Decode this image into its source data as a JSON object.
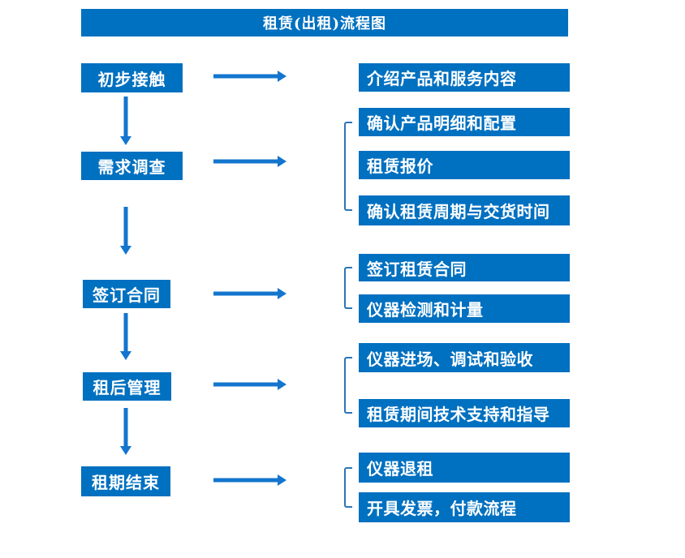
{
  "title": "租赁(出租)流程图",
  "colors": {
    "box_fill": "#0070C0",
    "arrow": "#1375CE",
    "bracket": "#2E75B6",
    "text": "#FFFFFF",
    "background": "#FFFFFF"
  },
  "flow": {
    "stages": [
      {
        "label": "初步接触",
        "details": [
          "介绍产品和服务内容"
        ]
      },
      {
        "label": "需求调查",
        "details": [
          "确认产品明细和配置",
          "租赁报价",
          "确认租赁周期与交货时间"
        ]
      },
      {
        "label": "签订合同",
        "details": [
          "签订租赁合同",
          "仪器检测和计量"
        ]
      },
      {
        "label": "租后管理",
        "details": [
          "仪器进场、调试和验收",
          "租赁期间技术支持和指导"
        ]
      },
      {
        "label": "租期结束",
        "details": [
          "仪器退租",
          "开具发票，付款流程"
        ]
      }
    ]
  }
}
